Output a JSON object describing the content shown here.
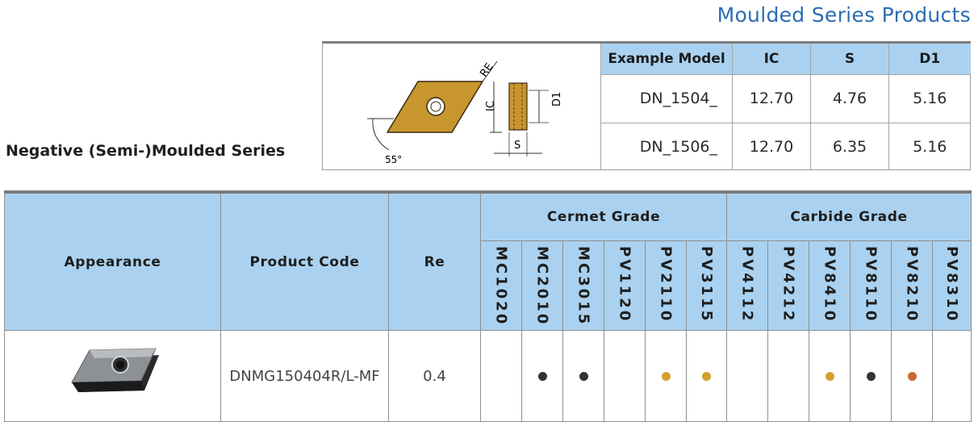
{
  "page_heading": "Moulded Series Products",
  "series_label": "Negative (Semi-)Moulded Series",
  "diagram": {
    "labels": {
      "re": "RE",
      "ic": "IC",
      "d1": "D1",
      "s": "S",
      "angle": "55°"
    }
  },
  "spec_table": {
    "headers": [
      "Example Model",
      "IC",
      "S",
      "D1"
    ],
    "rows": [
      [
        "DN_1504_",
        "12.70",
        "4.76",
        "5.16"
      ],
      [
        "DN_1506_",
        "12.70",
        "6.35",
        "5.16"
      ]
    ]
  },
  "grade_table": {
    "headers": {
      "appearance": "Appearance",
      "product_code": "Product Code",
      "re": "Re"
    },
    "groups": [
      {
        "name": "Cermet Grade",
        "grades": [
          "MC1020",
          "MC2010",
          "MC3015",
          "PV1120",
          "PV2110",
          "PV3115"
        ]
      },
      {
        "name": "Carbide Grade",
        "grades": [
          "PV4112",
          "PV4212",
          "PV8410",
          "PV8110",
          "PV8210",
          "PV8310"
        ]
      }
    ],
    "rows": [
      {
        "product_code": "DNMG150404R/L-MF",
        "re": "0.4",
        "marks": [
          "",
          "dark",
          "dark",
          "",
          "gold",
          "gold",
          "",
          "",
          "gold",
          "dark",
          "copper",
          ""
        ]
      }
    ]
  },
  "colors": {
    "header_bg": "#aad2f0",
    "heading_blue": "#2b6cb3",
    "insert_gold": "#c8962e",
    "dot_dark": "#333333",
    "dot_gold": "#d4a030",
    "dot_copper": "#c86a2e"
  }
}
